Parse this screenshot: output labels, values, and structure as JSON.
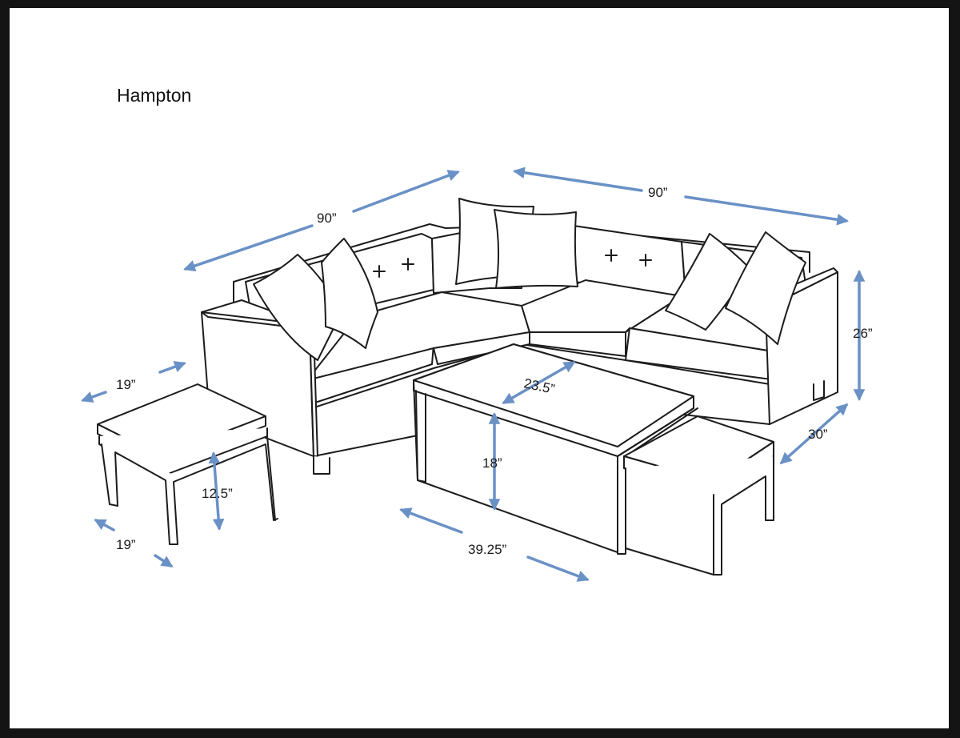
{
  "title": "Hampton",
  "dimension_color": "#6a91c6",
  "dimensions": {
    "sofa_length_left": "90”",
    "sofa_length_right": "90”",
    "sofa_height": "26”",
    "sofa_depth": "30”",
    "stool_width": "19”",
    "stool_depth": "19”",
    "stool_height": "12.5”",
    "table_depth": "23.5”",
    "table_height": "18”",
    "table_length": "39.25”"
  }
}
